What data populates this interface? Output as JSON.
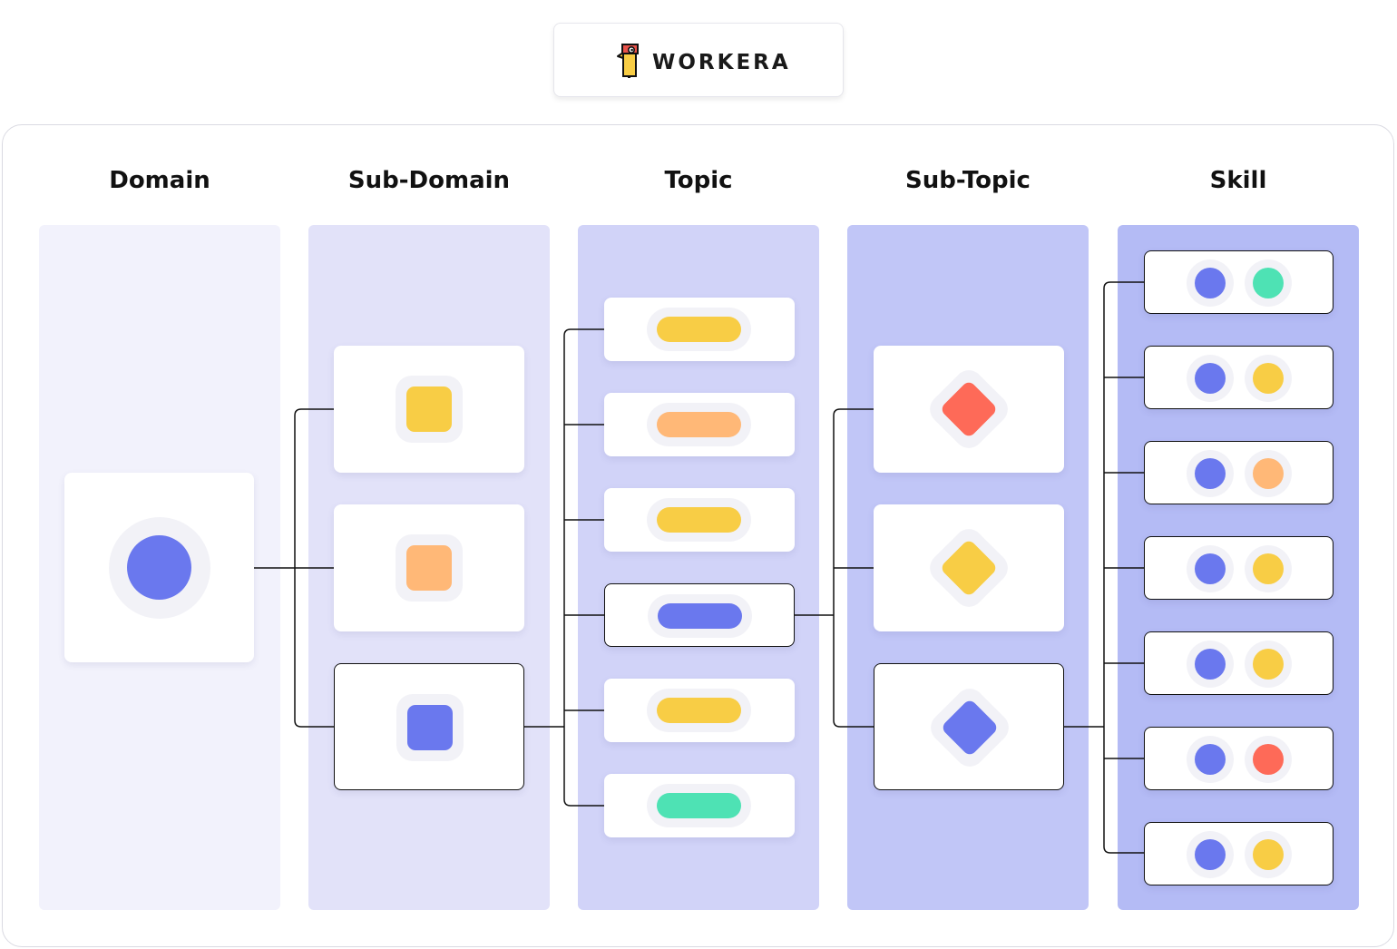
{
  "brand": {
    "name": "WORKERA",
    "logo_icon": "workera-bird-icon"
  },
  "colors": {
    "blue": "#6a78ee",
    "yellow": "#f8cd45",
    "orange": "#ffb877",
    "green": "#4ee2b4",
    "red": "#fe6a58",
    "halo": "#f2f2f7",
    "line": "#111111"
  },
  "columns": [
    {
      "label": "Domain",
      "bg": "#f2f2fc"
    },
    {
      "label": "Sub-Domain",
      "bg": "#e2e2f9"
    },
    {
      "label": "Topic",
      "bg": "#d1d3f8"
    },
    {
      "label": "Sub-Topic",
      "bg": "#c1c6f7"
    },
    {
      "label": "Skill",
      "bg": "#b4bbf5"
    }
  ],
  "diagram": {
    "domain": {
      "shape": "circle",
      "color": "blue"
    },
    "sub_domains": [
      {
        "shape": "rounded-square",
        "color": "yellow",
        "selected": false
      },
      {
        "shape": "rounded-square",
        "color": "orange",
        "selected": false
      },
      {
        "shape": "rounded-square",
        "color": "blue",
        "selected": true
      }
    ],
    "topics": [
      {
        "shape": "pill",
        "color": "yellow",
        "selected": false
      },
      {
        "shape": "pill",
        "color": "orange",
        "selected": false
      },
      {
        "shape": "pill",
        "color": "yellow",
        "selected": false
      },
      {
        "shape": "pill",
        "color": "blue",
        "selected": true
      },
      {
        "shape": "pill",
        "color": "yellow",
        "selected": false
      },
      {
        "shape": "pill",
        "color": "green",
        "selected": false
      }
    ],
    "sub_topics": [
      {
        "shape": "diamond",
        "color": "red",
        "selected": false
      },
      {
        "shape": "diamond",
        "color": "yellow",
        "selected": false
      },
      {
        "shape": "diamond",
        "color": "blue",
        "selected": true
      }
    ],
    "skills": [
      {
        "dots": [
          "blue",
          "green"
        ]
      },
      {
        "dots": [
          "blue",
          "yellow"
        ]
      },
      {
        "dots": [
          "blue",
          "orange"
        ]
      },
      {
        "dots": [
          "blue",
          "yellow"
        ]
      },
      {
        "dots": [
          "blue",
          "yellow"
        ]
      },
      {
        "dots": [
          "blue",
          "red"
        ]
      },
      {
        "dots": [
          "blue",
          "yellow"
        ]
      }
    ]
  }
}
